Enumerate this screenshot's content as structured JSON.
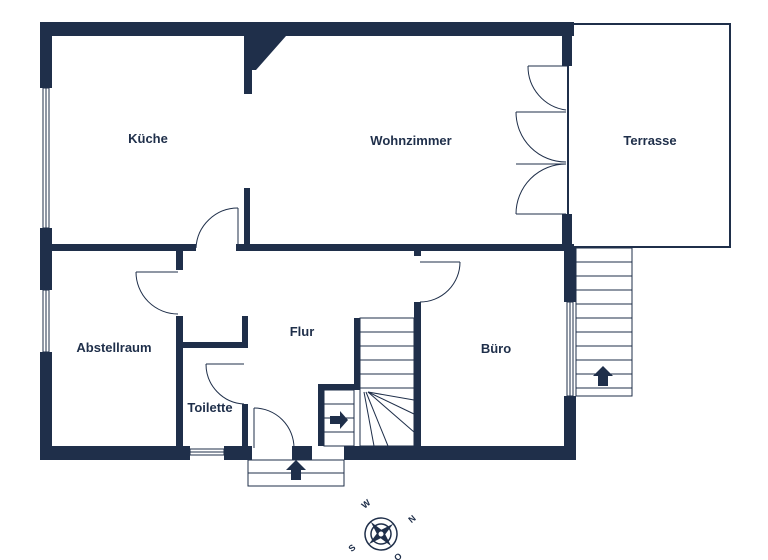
{
  "floorplan": {
    "rooms": {
      "kueche": "Küche",
      "wohnzimmer": "Wohnzimmer",
      "terrasse": "Terrasse",
      "abstellraum": "Abstellraum",
      "flur": "Flur",
      "buero": "Büro",
      "toilette": "Toilette"
    },
    "wall_color": "#1f2f4a",
    "fill_color": "#ffffff",
    "line_color": "#1f2f4a"
  },
  "compass": {
    "n": "N",
    "o": "O",
    "s": "S",
    "w": "W"
  }
}
